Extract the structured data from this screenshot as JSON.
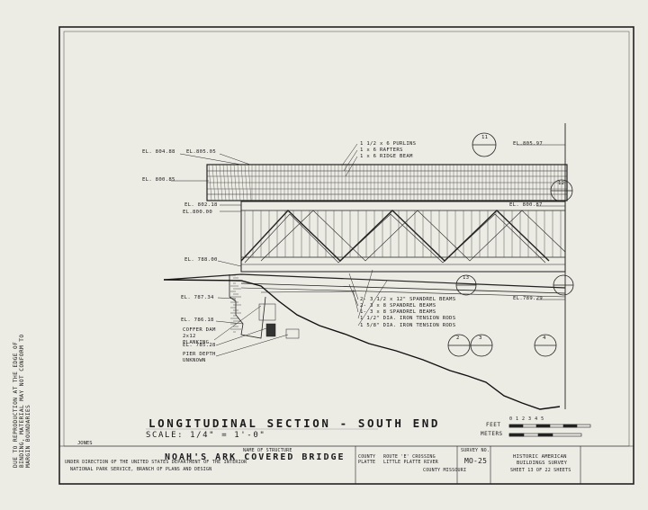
{
  "side_note": "DUE TO REPRODUCTION AT THE EDGE OF BINDING, MATERIAL MAY NOT CONFORM TO MARGIN BOUNDARIES",
  "drawing": {
    "title": "LONGITUDINAL SECTION - SOUTH END",
    "scale": "SCALE: 1/4\" = 1'-0\"",
    "drafter": "JONES"
  },
  "elevations": {
    "el_804_88": "EL. 804.88",
    "el_805_05": "EL.805.05",
    "el_800_85": "EL. 800.85",
    "el_802_18": "EL. 802.18",
    "el_800_00": "EL.800.00",
    "el_788_00": "EL. 788.00",
    "el_787_34": "EL. 787.34",
    "el_786_18": "EL. 786.18",
    "el_785_28": "EL. 785.28",
    "el_805_97": "EL.805.97",
    "el_800_87": "EL. 800.87",
    "el_789_29": "EL.789.29"
  },
  "callouts": {
    "purlins": "1 1/2 x 6 PURLINS",
    "rafters": "1 x 6 RAFTERS",
    "ridge": "1 x 6 RIDGE BEAM",
    "spandrel_1": "2- 3 1/2 x 12\" SPANDREL BEAMS",
    "spandrel_2": "2- 3 x 8 SPANDREL BEAMS",
    "spandrel_3": "1- 3 x 8 SPANDREL BEAMS",
    "iron_rods_1": "1 1/2\" DIA. IRON TENSION RODS",
    "iron_rods_2": "1 5/8\" DIA. IRON TENSION RODS",
    "coffer": "COFFER DAM 2x12 PLANKING",
    "pier": "PIER DEPTH UNKNOWN"
  },
  "detail_markers": [
    "11",
    "12",
    "13",
    "2",
    "3",
    "4"
  ],
  "scale_bar": {
    "feet": "FEET",
    "meters": "METERS",
    "ticks": "0 1 2 3 4 5"
  },
  "title_block": {
    "name_caption": "NAME OF STRUCTURE",
    "structure_name": "NOAH'S ARK COVERED BRIDGE",
    "county": "COUNTY PLATTE",
    "location": "ROUTE 'E' CROSSING LITTLE PLATTE RIVER",
    "state_line": "COUNTY MISSOURI",
    "agency_1": "UNDER DIRECTION OF THE UNITED STATES DEPARTMENT OF THE INTERIOR",
    "agency_2": "NATIONAL PARK SERVICE, BRANCH OF PLANS AND DESIGN",
    "survey_caption": "SURVEY NO.",
    "survey_no": "MO-25",
    "habs_1": "HISTORIC AMERICAN",
    "habs_2": "BUILDINGS SURVEY",
    "sheet": "SHEET 13 OF 22 SHEETS"
  }
}
